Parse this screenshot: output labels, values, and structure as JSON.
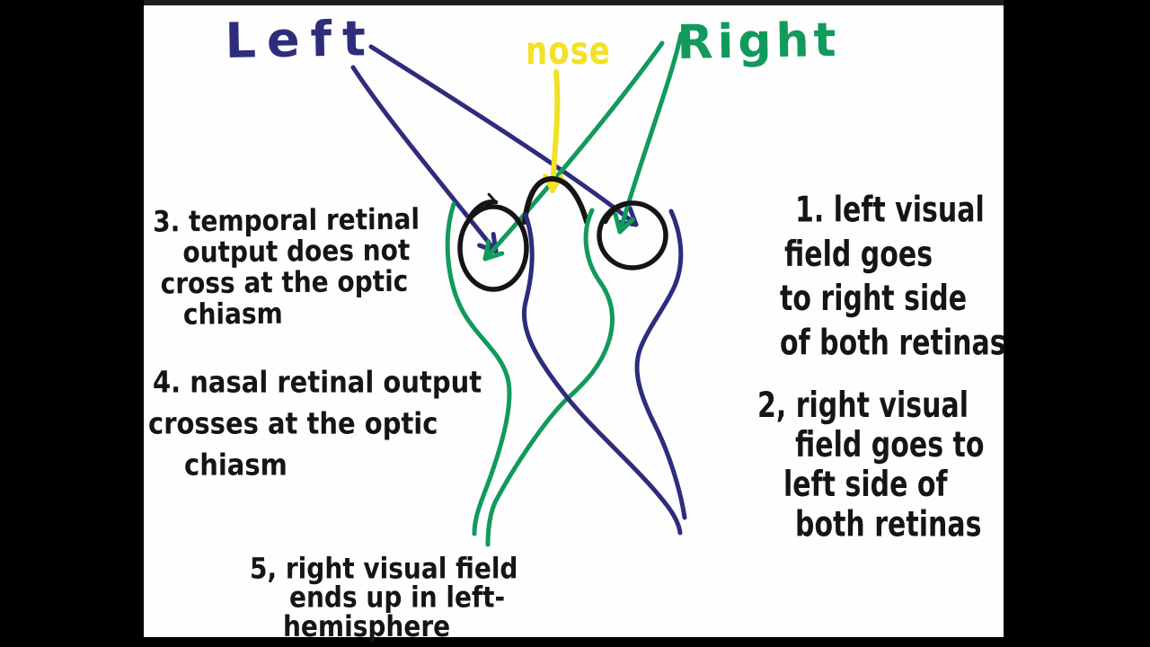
{
  "colors": {
    "left_field": "#2e2c7d",
    "right_field": "#119a5c",
    "nose_arrow": "#f2e125",
    "ink": "#151515",
    "board": "#fefefe",
    "letterbox": "#000000"
  },
  "labels": {
    "left": "Left",
    "nose": "nose",
    "right": "Right"
  },
  "notes": {
    "n1": {
      "lines": [
        "1. left visual",
        "field goes",
        "to right side",
        "of both retinas"
      ]
    },
    "n2": {
      "lines": [
        "2, right visual",
        "field goes to",
        "left side of",
        "both retinas"
      ]
    },
    "n3": {
      "lines": [
        "3. temporal retinal",
        "output does not",
        "cross at the optic",
        "chiasm"
      ]
    },
    "n4": {
      "lines": [
        "4. nasal retinal output",
        "crosses at the optic",
        "chiasm"
      ]
    },
    "n5": {
      "lines": [
        "5, right visual field",
        "ends up in left-",
        "hemisphere"
      ]
    }
  },
  "diagram": {
    "elements": [
      "left-eye",
      "right-eye",
      "nose-arch",
      "optic-chiasm-crossing"
    ],
    "arrows": [
      {
        "name": "left-field-into-left-eye",
        "color_key": "left_field"
      },
      {
        "name": "left-field-into-right-eye",
        "color_key": "left_field"
      },
      {
        "name": "right-field-into-left-eye",
        "color_key": "right_field"
      },
      {
        "name": "right-field-into-right-eye",
        "color_key": "right_field"
      },
      {
        "name": "nose-pointer",
        "color_key": "nose_arrow"
      }
    ]
  }
}
